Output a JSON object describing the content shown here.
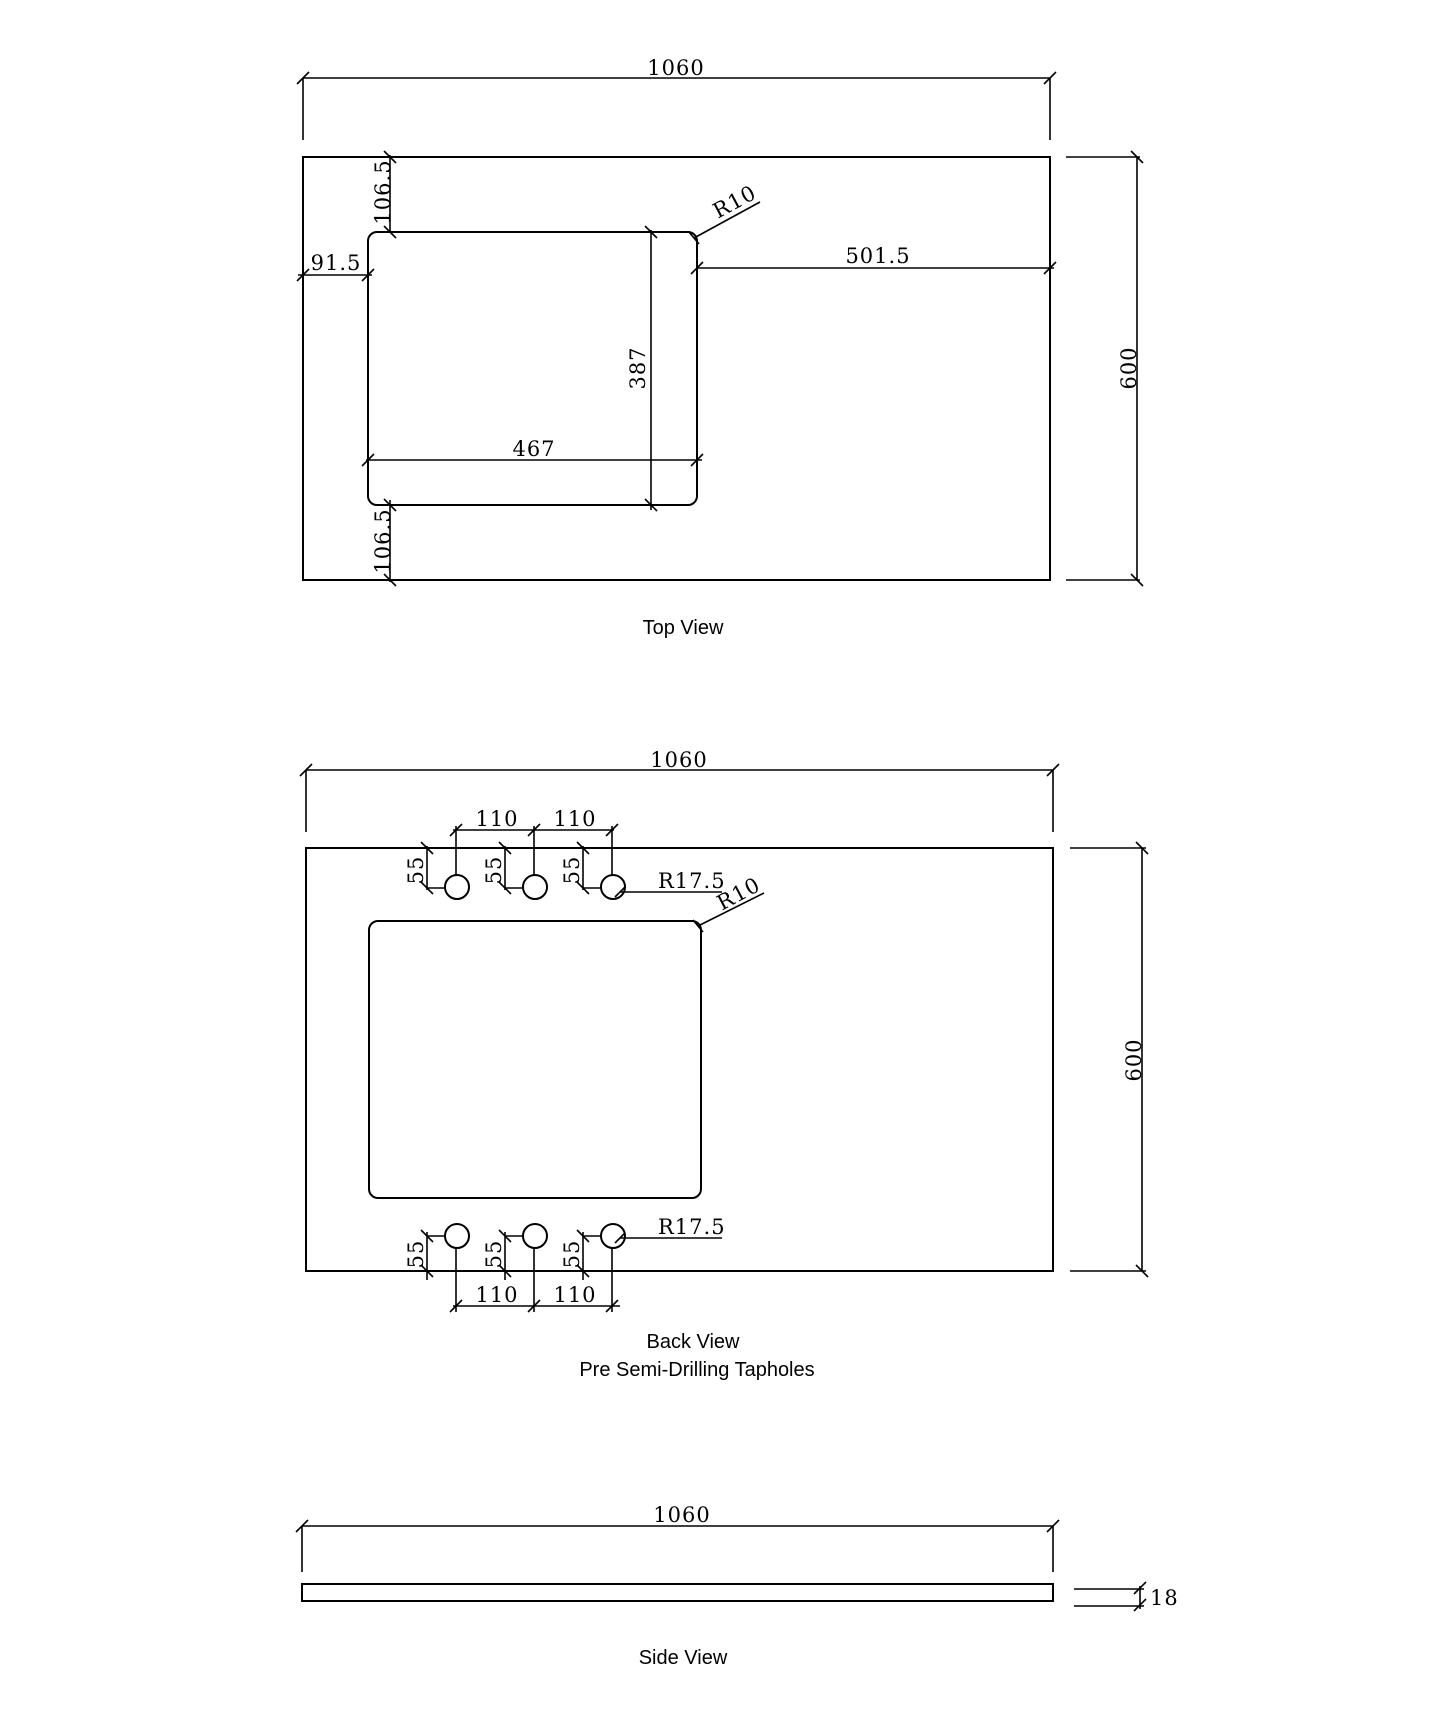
{
  "top_view": {
    "caption": "Top View",
    "overall_width": "1060",
    "overall_depth": "600",
    "bowl_top_offset": "106.5",
    "bowl_bottom_offset": "106.5",
    "bowl_left_offset": "91.5",
    "bowl_right_offset": "501.5",
    "bowl_width": "467",
    "bowl_depth": "387",
    "corner_radius": "R10"
  },
  "back_view": {
    "caption_line1": "Back View",
    "caption_line2": "Pre Semi-Drilling Tapholes",
    "overall_width": "1060",
    "overall_depth": "600",
    "corner_radius": "R10",
    "top_holes": {
      "spacing_1": "110",
      "spacing_2": "110",
      "edge_offsets": [
        "55",
        "55",
        "55"
      ],
      "hole_radius": "R17.5"
    },
    "bottom_holes": {
      "spacing_1": "110",
      "spacing_2": "110",
      "edge_offsets": [
        "55",
        "55",
        "55"
      ],
      "hole_radius": "R17.5"
    }
  },
  "side_view": {
    "caption": "Side View",
    "overall_width": "1060",
    "thickness": "18"
  }
}
